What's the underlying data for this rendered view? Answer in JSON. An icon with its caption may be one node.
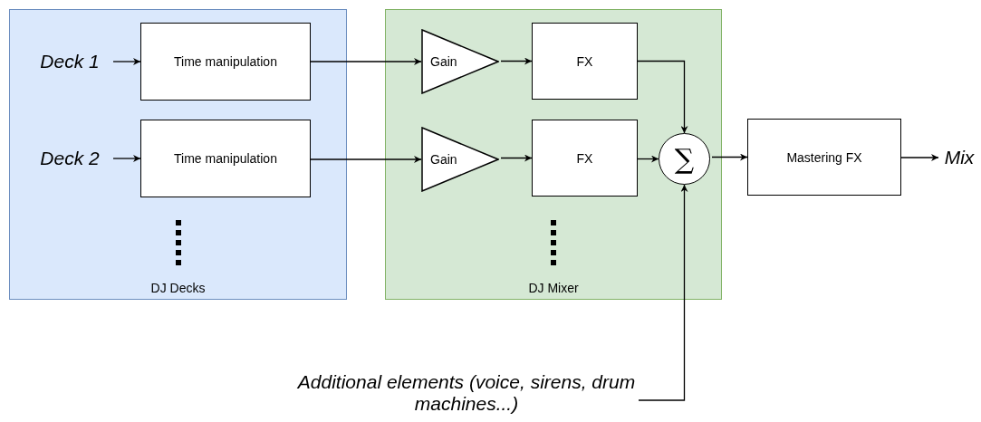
{
  "diagram": {
    "nodes": [
      {
        "text": [
          "DJ Decks"
        ]
      },
      {
        "text": [
          "DJ Mixer"
        ]
      },
      {
        "text": [
          "Deck 1"
        ],
        "in": 0
      },
      {
        "text": [
          "Deck 2"
        ],
        "in": 0
      },
      {
        "text": [
          "Time manipulation"
        ],
        "in": 0
      },
      {
        "text": [
          "Time manipulation"
        ],
        "in": 0
      },
      {
        "text": [
          "Gain"
        ],
        "in": 1
      },
      {
        "text": [
          "Gain"
        ],
        "in": 1
      },
      {
        "text": [
          "FX"
        ],
        "in": 1
      },
      {
        "text": [
          "FX"
        ],
        "in": 1
      },
      {
        "text": [
          "∑"
        ],
        "in": 1
      },
      {
        "text": [
          "Mastering FX"
        ]
      },
      {
        "text": [
          "Mix"
        ]
      },
      {
        "text": [
          "Additional elements (voice, sirens, drum machines...)"
        ]
      }
    ],
    "edges": [
      {
        "from": 2,
        "to": 4,
        "arrow": "to"
      },
      {
        "from": 3,
        "to": 5,
        "arrow": "to"
      },
      {
        "from": 4,
        "to": 6,
        "arrow": "to"
      },
      {
        "from": 5,
        "to": 7,
        "arrow": "to"
      },
      {
        "from": 6,
        "to": 8,
        "arrow": "to"
      },
      {
        "from": 7,
        "to": 9,
        "arrow": "to"
      },
      {
        "from": 8,
        "to": 10,
        "arrow": "to"
      },
      {
        "from": 9,
        "to": 10,
        "arrow": "to"
      },
      {
        "from": 10,
        "to": 11,
        "arrow": "to"
      },
      {
        "from": 11,
        "to": 12,
        "arrow": "to"
      },
      {
        "from": 13,
        "to": 10,
        "arrow": "to"
      }
    ]
  }
}
